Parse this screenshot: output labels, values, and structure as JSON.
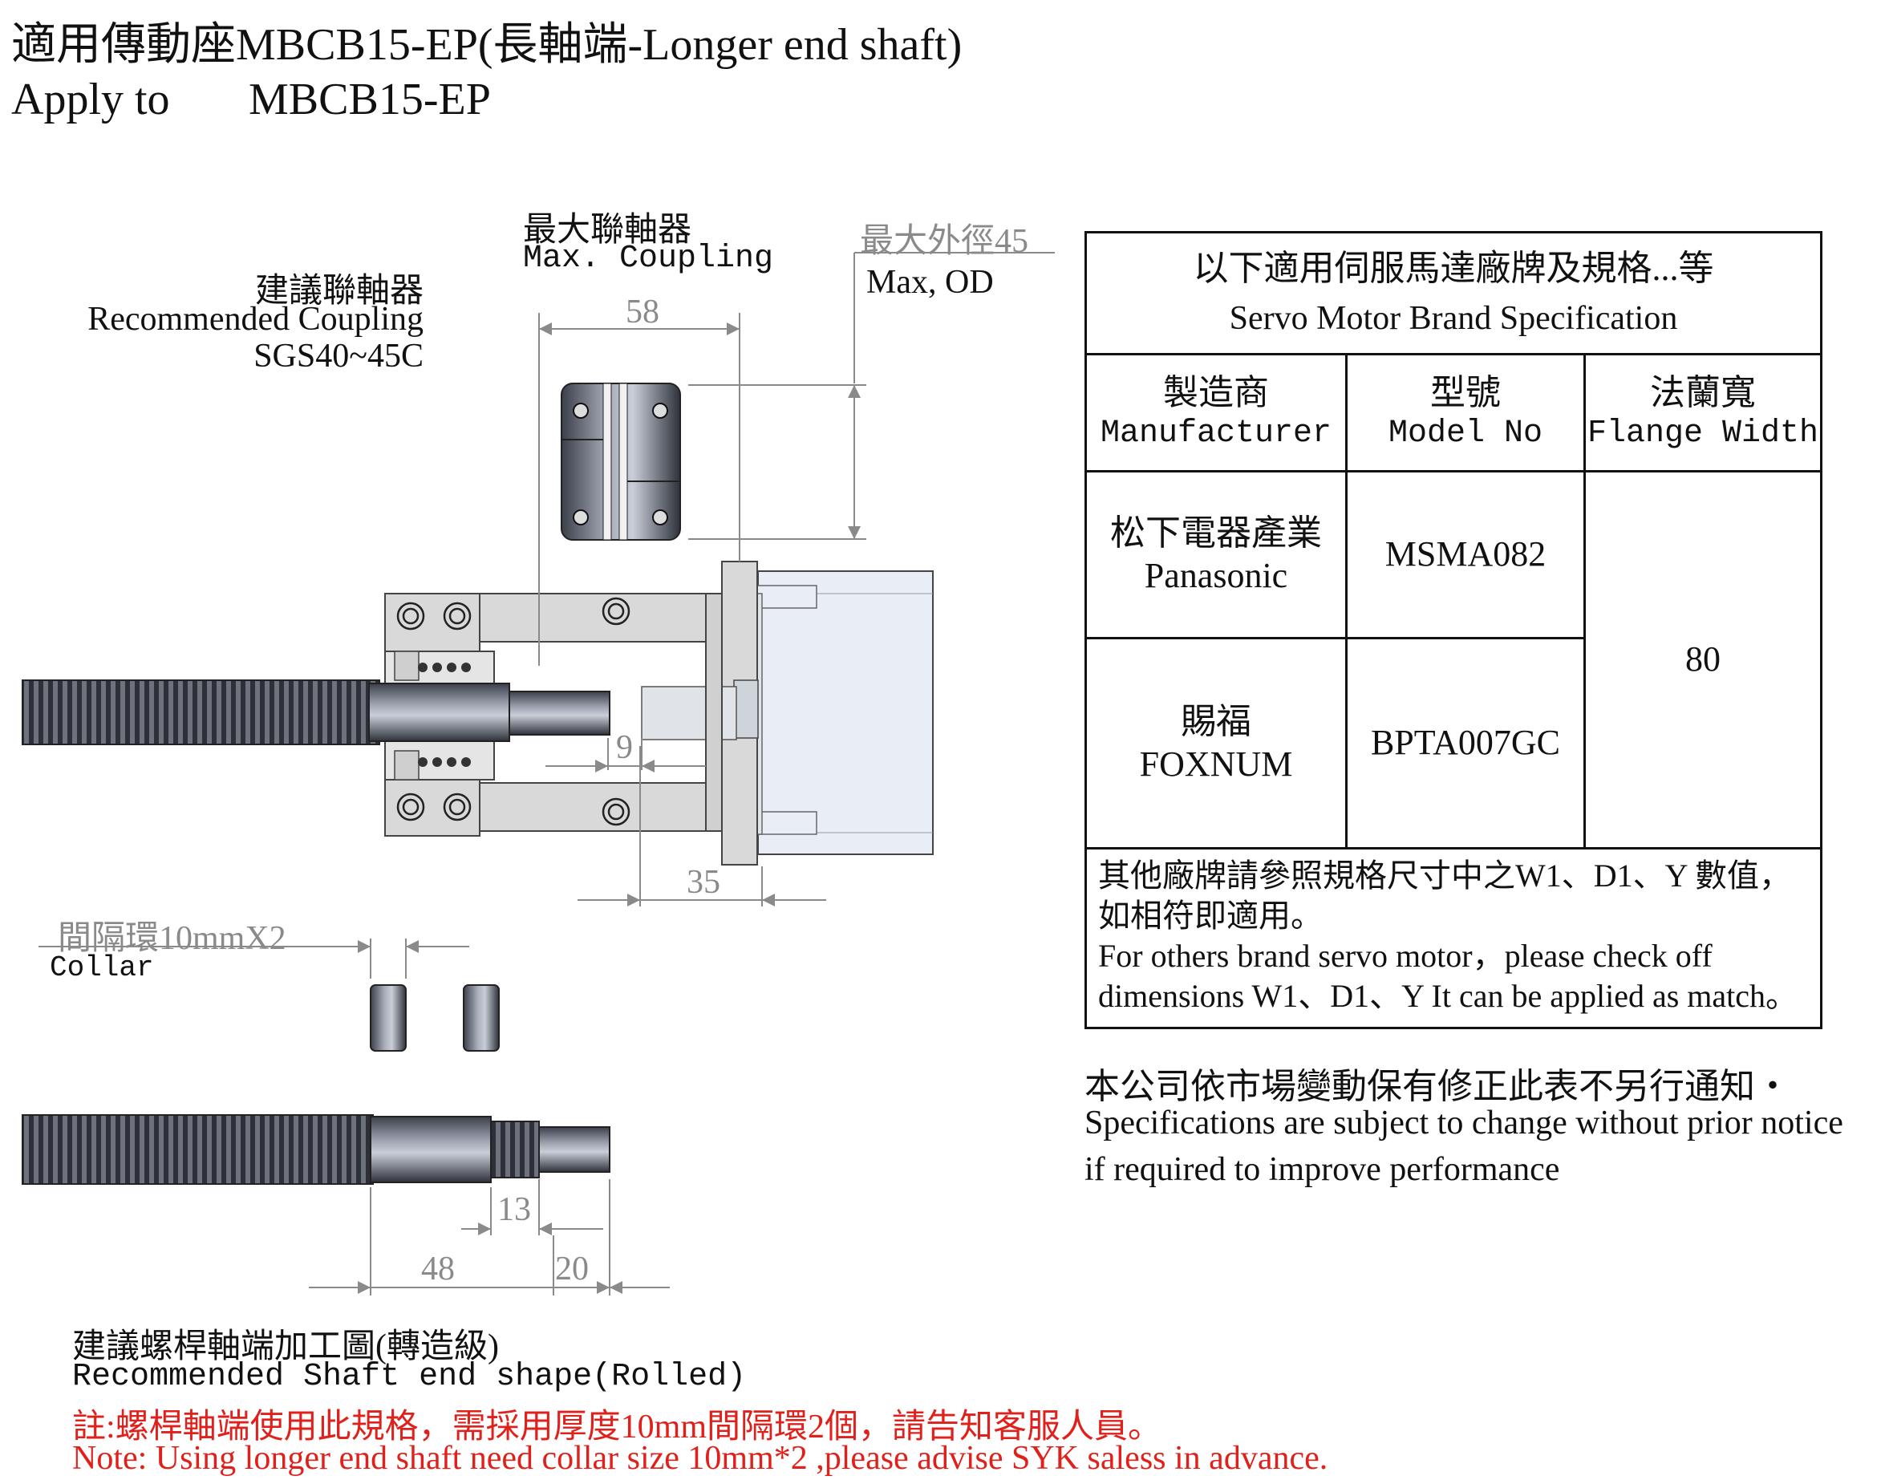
{
  "title": {
    "line1": "適用傳動座MBCB15-EP(長軸端-Longer end shaft)",
    "line2_prefix": "Apply to",
    "line2_model": "MBCB15-EP"
  },
  "drawing": {
    "recommended_coupling": {
      "zh": "建議聯軸器",
      "en": "Recommended Coupling",
      "model": "SGS40~45C"
    },
    "max_coupling": {
      "zh": "最大聯軸器",
      "en": "Max. Coupling"
    },
    "max_od": {
      "zh": "最大外徑45",
      "en": "Max, OD"
    },
    "dimensions": {
      "d58": "58",
      "d9": "9",
      "d35": "35",
      "d13": "13",
      "d48": "48",
      "d20": "20"
    },
    "collar": {
      "zh": "間隔環10mmX2",
      "en": "Collar"
    },
    "shaft_end": {
      "zh": "建議螺桿軸端加工圖(轉造級)",
      "en": "Recommended Shaft end shape(Rolled)"
    }
  },
  "table": {
    "header_zh": "以下適用伺服馬達廠牌及規格...等",
    "header_en": "Servo Motor Brand Specification",
    "columns": [
      {
        "zh": "製造商",
        "en": "Manufacturer"
      },
      {
        "zh": "型號",
        "en": "Model No"
      },
      {
        "zh": "法蘭寬",
        "en": "Flange Width"
      }
    ],
    "rows": [
      {
        "maker_zh": "松下電器產業",
        "maker_en": "Panasonic",
        "model": "MSMA082"
      },
      {
        "maker_zh": "賜福",
        "maker_en": "FOXNUM",
        "model": "BPTA007GC"
      }
    ],
    "flange_width": "80",
    "note_zh_1": "其他廠牌請參照規格尺寸中之W1、D1、Y 數值，",
    "note_zh_2": "如相符即適用。",
    "note_en_1": "For others brand servo motor，please check off",
    "note_en_2": "dimensions W1、D1、Y It can be applied as match。"
  },
  "disclaimer": {
    "zh": "本公司依市場變動保有修正此表不另行通知・",
    "en1": "Specifications are subject to change without prior notice",
    "en2": "if required to improve performance"
  },
  "notes": {
    "zh": "註:螺桿軸端使用此規格，需採用厚度10mm間隔環2個，請告知客服人員。",
    "en": "Note: Using longer end shaft need collar size 10mm*2  ,please advise SYK  saless in advance."
  },
  "colors": {
    "note_red": "#e0201b",
    "dim_gray": "#8a8a8a",
    "part_fill": "#d9d9d9",
    "motor_fill": "#e8edf6"
  }
}
